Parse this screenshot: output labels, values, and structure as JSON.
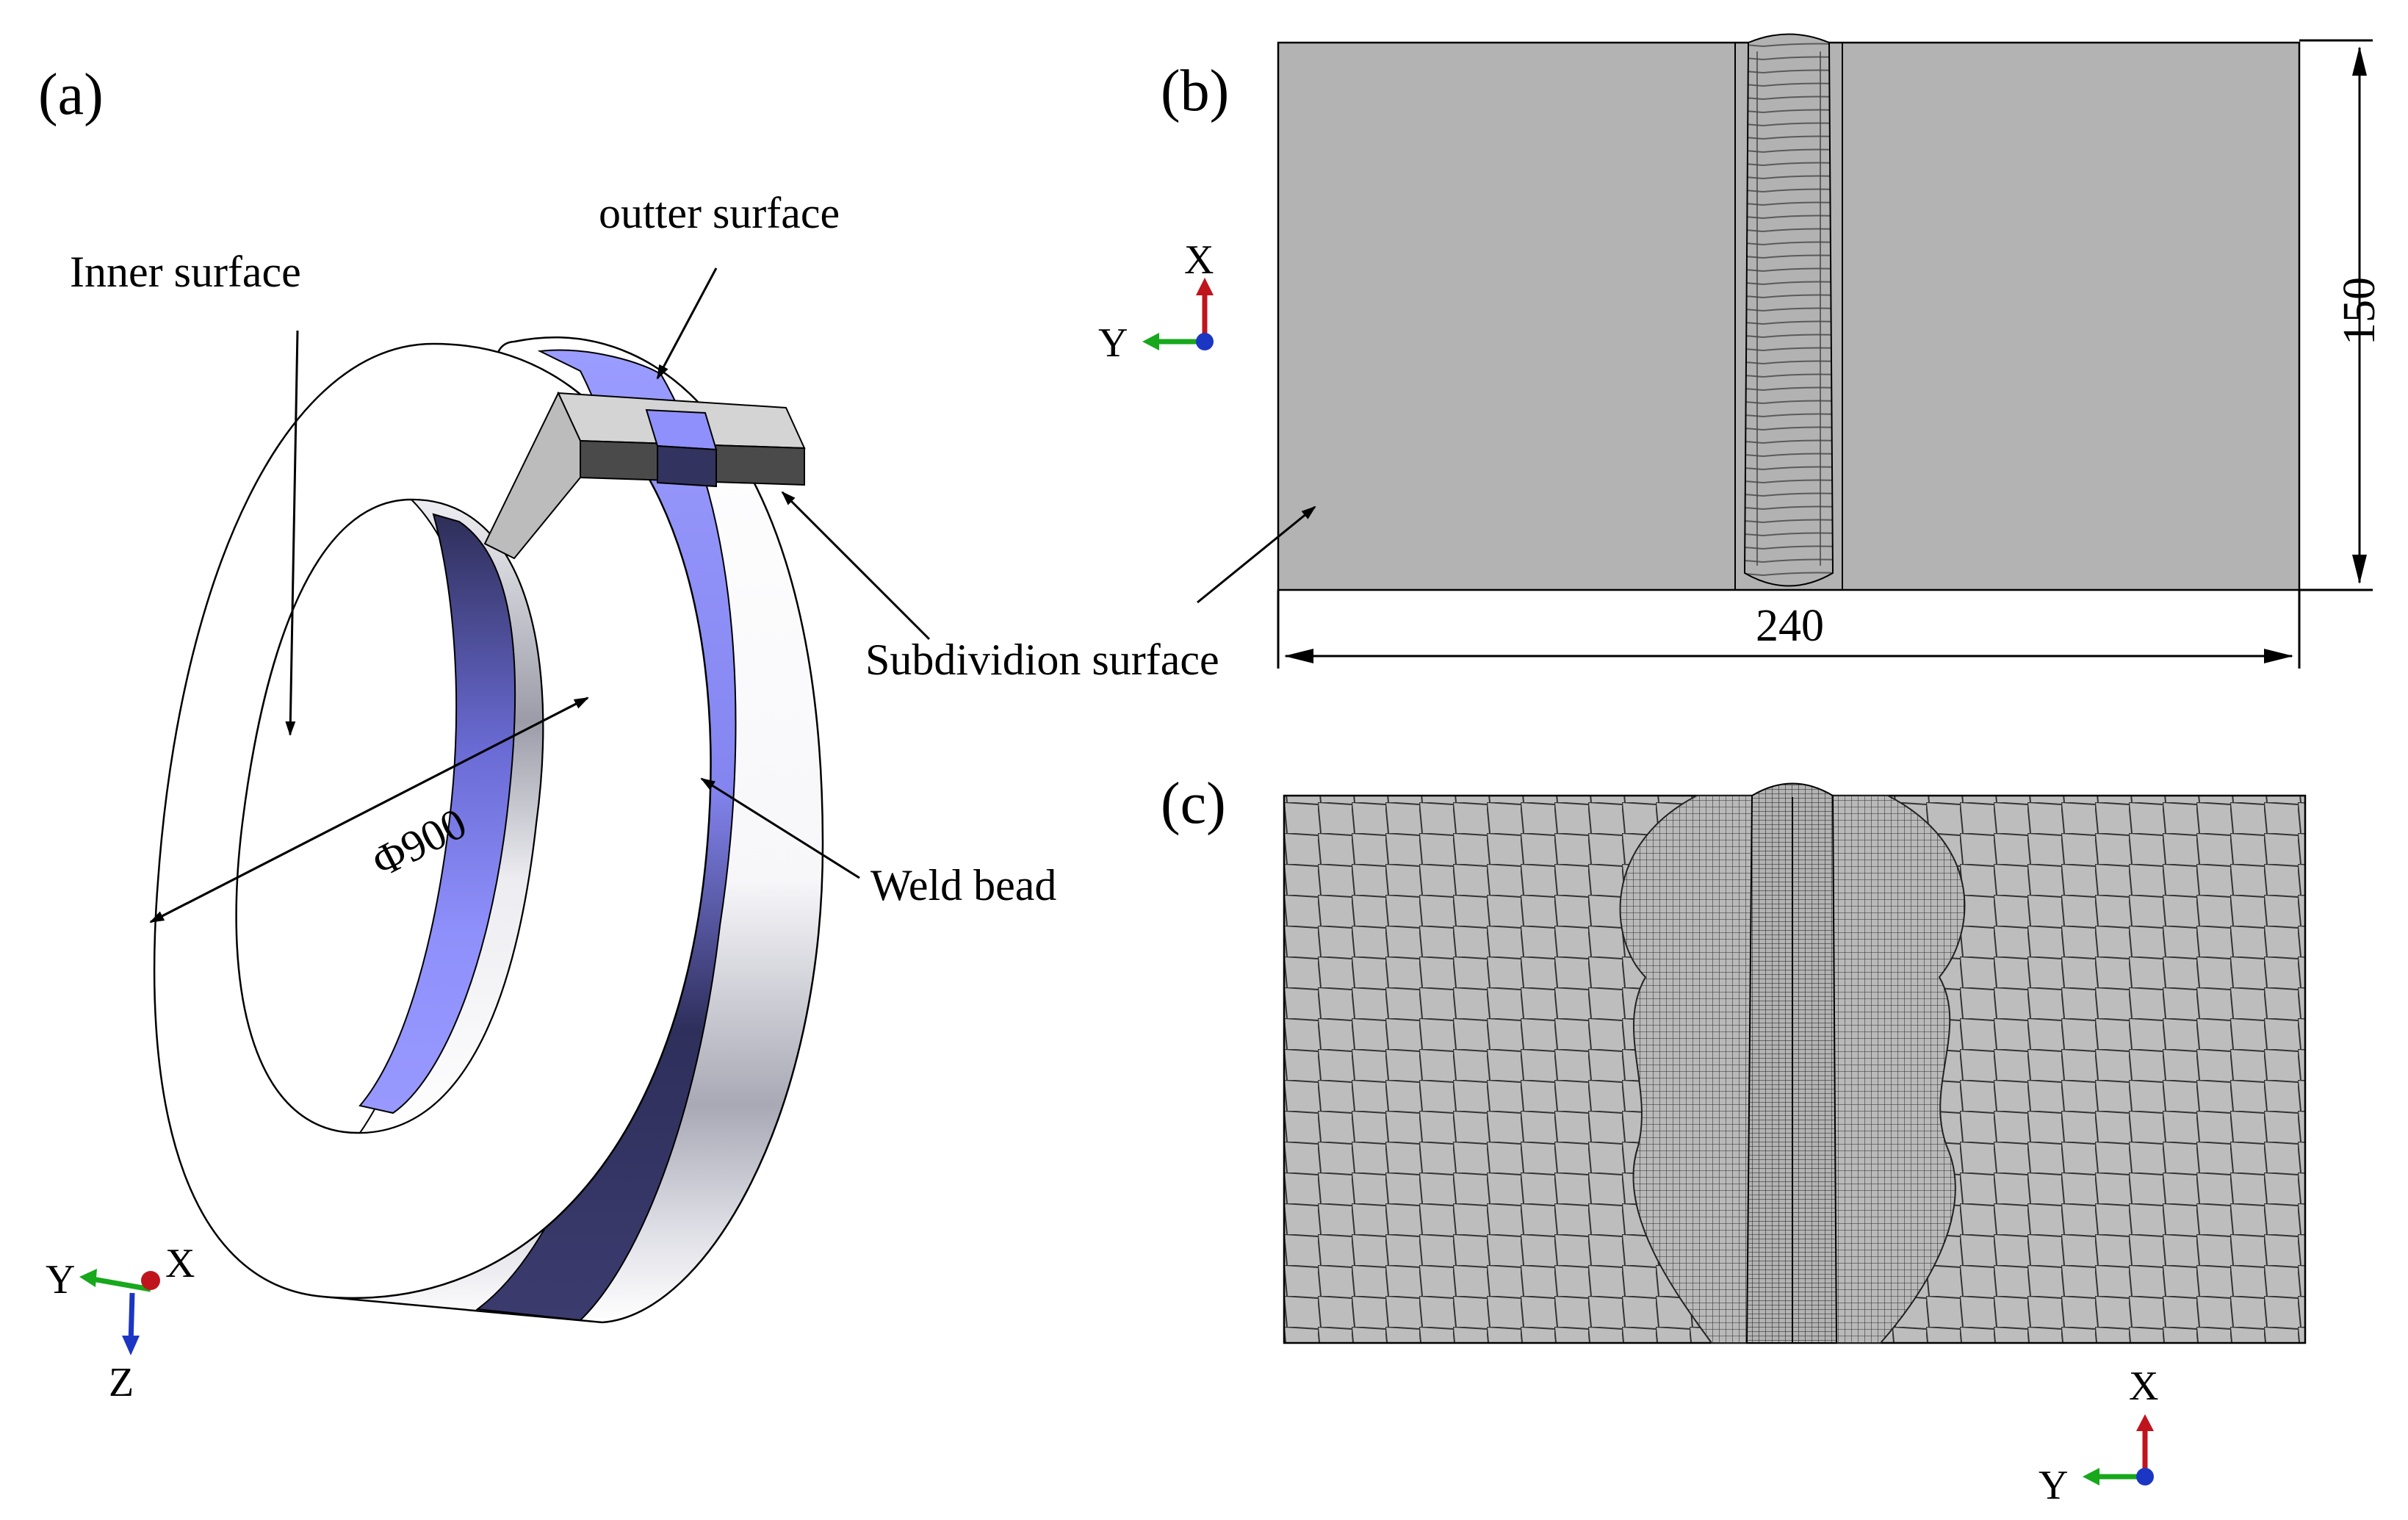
{
  "panels": {
    "a": {
      "label": "(a)",
      "annotations": {
        "inner_surface": "Inner surface",
        "outer_surface": "outter surface",
        "weld_bead": "Weld bead",
        "diameter": "Φ900"
      },
      "triad": {
        "x": "X",
        "y": "Y",
        "z": "Z"
      }
    },
    "b": {
      "label": "(b)",
      "annotations": {
        "subdivision_surface": "Subdividion surface"
      },
      "dimensions": {
        "width": "240",
        "height": "150"
      },
      "triad": {
        "x": "X",
        "y": "Y"
      }
    },
    "c": {
      "label": "(c)",
      "triad": {
        "x": "X",
        "y": "Y"
      }
    }
  },
  "colors": {
    "weld_light": "#8f90fb",
    "weld_dark": "#33335f",
    "plate_gray": "#b3b3b3",
    "mesh_bg": "#bdbdbd",
    "axis_x": "#c0141c",
    "axis_y": "#17a81c",
    "axis_z": "#1c36c4"
  }
}
